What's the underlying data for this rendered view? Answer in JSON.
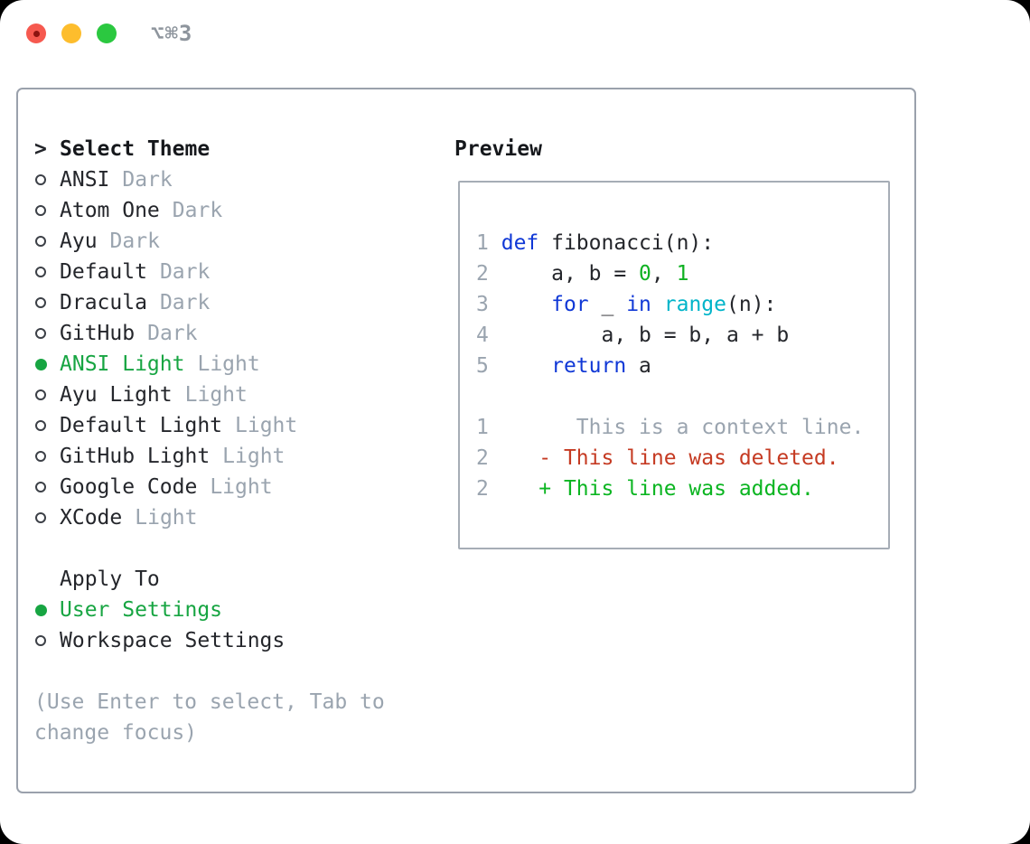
{
  "window": {
    "title": "⌥⌘3",
    "traffic_lights": [
      "close",
      "minimize",
      "zoom"
    ]
  },
  "theme_panel": {
    "header": {
      "prefix": ">",
      "label": "Select Theme"
    },
    "themes": [
      {
        "label": "ANSI",
        "tag": "Dark",
        "selected": false
      },
      {
        "label": "Atom One",
        "tag": "Dark",
        "selected": false
      },
      {
        "label": "Ayu",
        "tag": "Dark",
        "selected": false
      },
      {
        "label": "Default",
        "tag": "Dark",
        "selected": false
      },
      {
        "label": "Dracula",
        "tag": "Dark",
        "selected": false
      },
      {
        "label": "GitHub",
        "tag": "Dark",
        "selected": false
      },
      {
        "label": "ANSI Light",
        "tag": "Light",
        "selected": true
      },
      {
        "label": "Ayu Light",
        "tag": "Light",
        "selected": false
      },
      {
        "label": "Default Light",
        "tag": "Light",
        "selected": false
      },
      {
        "label": "GitHub Light",
        "tag": "Light",
        "selected": false
      },
      {
        "label": "Google Code",
        "tag": "Light",
        "selected": false
      },
      {
        "label": "XCode",
        "tag": "Light",
        "selected": false
      }
    ],
    "apply_to": {
      "header": "Apply To",
      "options": [
        {
          "label": "User Settings",
          "selected": true
        },
        {
          "label": "Workspace Settings",
          "selected": false
        }
      ]
    },
    "help": [
      "(Use Enter to select, Tab to",
      "change focus)"
    ]
  },
  "preview": {
    "title": "Preview",
    "code_lines": [
      {
        "num": "1",
        "segments": [
          {
            "t": "def",
            "c": "kw"
          },
          {
            "t": " fibonacci(n):",
            "c": "fg"
          }
        ]
      },
      {
        "num": "2",
        "segments": [
          {
            "t": "    a, b = ",
            "c": "fg"
          },
          {
            "t": "0",
            "c": "num"
          },
          {
            "t": ", ",
            "c": "fg"
          },
          {
            "t": "1",
            "c": "num"
          }
        ]
      },
      {
        "num": "3",
        "segments": [
          {
            "t": "    ",
            "c": "fg"
          },
          {
            "t": "for",
            "c": "kw"
          },
          {
            "t": " _ ",
            "c": "fg"
          },
          {
            "t": "in",
            "c": "kw"
          },
          {
            "t": " ",
            "c": "fg"
          },
          {
            "t": "range",
            "c": "builtin"
          },
          {
            "t": "(n):",
            "c": "fg"
          }
        ]
      },
      {
        "num": "4",
        "segments": [
          {
            "t": "        a, b = b, a + b",
            "c": "fg"
          }
        ]
      },
      {
        "num": "5",
        "segments": [
          {
            "t": "    ",
            "c": "fg"
          },
          {
            "t": "return",
            "c": "kw"
          },
          {
            "t": " a",
            "c": "fg"
          }
        ]
      },
      {
        "num": "",
        "segments": []
      },
      {
        "num": "1",
        "segments": [
          {
            "t": "      This is a context line.",
            "c": "muted"
          }
        ]
      },
      {
        "num": "2",
        "segments": [
          {
            "t": "   - This line was deleted.",
            "c": "del"
          }
        ]
      },
      {
        "num": "2",
        "segments": [
          {
            "t": "   + This line was added.",
            "c": "add"
          }
        ]
      }
    ]
  },
  "colors": {
    "selection_green": "#17a542",
    "keyword_blue": "#1038d6",
    "builtin_cyan": "#00b4c9",
    "number_green": "#0fb122",
    "added_green": "#0bb521",
    "deleted_red": "#c53a22",
    "muted_gray": "#9aa4af",
    "text": "#24262b",
    "panel_border": "#9aa1ac",
    "traffic_red": "#f6594f",
    "traffic_yellow": "#fdbd2d",
    "traffic_green": "#2bc840"
  }
}
